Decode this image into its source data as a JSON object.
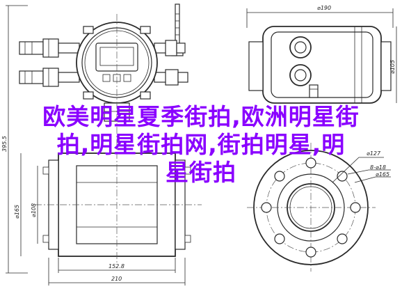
{
  "overlay": {
    "line1": "欧美明星夏季街拍,欧洲明星街",
    "line2": "拍,明星街拍网,街拍明星,明",
    "line3": "星街拍"
  },
  "dimensions": {
    "overall_width": "210",
    "face_length": "152.8",
    "overall_height": "395.5",
    "lower_height": "⌀165",
    "inner_height": "⌀108",
    "side_width": "⌀190",
    "side_height": "⌀105",
    "flange_dia": "⌀127",
    "bolt_note": "8-⌀18",
    "bolt_circle": "⌀165"
  },
  "colors": {
    "overlay_text": "#8a00ff",
    "line": "#2a2a2a"
  }
}
